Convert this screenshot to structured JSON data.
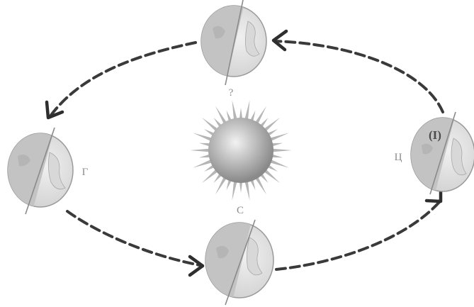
{
  "diagram": {
    "colors": {
      "background": "#ffffff",
      "orbit_path": "#3a3a3a",
      "sun_core": "#9a9a9a",
      "sun_rays": "#b5b5b5",
      "earth_shade": "#c7c7c7",
      "earth_lit": "#ececec",
      "axis_line": "#8a8a8a"
    },
    "sun": {
      "icon": "sun-icon"
    },
    "earths": [
      {
        "id": "top",
        "icon": "earth-globe-icon"
      },
      {
        "id": "left",
        "icon": "earth-globe-icon"
      },
      {
        "id": "bottom",
        "icon": "earth-globe-icon"
      },
      {
        "id": "right",
        "icon": "earth-globe-icon"
      }
    ],
    "labels": {
      "top": "?",
      "left": "Г",
      "bottom": "C",
      "right": "Ц",
      "right_earth_mark": "(I)"
    },
    "arrows": [
      {
        "from": "right",
        "to": "top"
      },
      {
        "from": "top",
        "to": "left"
      },
      {
        "from": "left",
        "to": "bottom"
      },
      {
        "from": "bottom",
        "to": "right"
      }
    ]
  }
}
